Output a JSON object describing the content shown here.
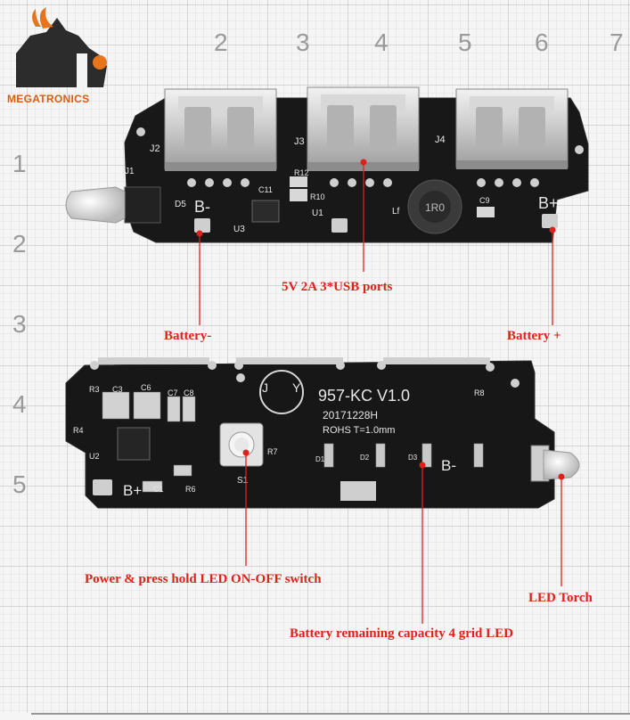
{
  "brand": {
    "name": "MEGATRONICS",
    "accent": "#e8741c"
  },
  "ruler": {
    "top": [
      "2",
      "3",
      "4",
      "5",
      "6",
      "7"
    ],
    "left": [
      "1",
      "2",
      "3",
      "4",
      "5"
    ]
  },
  "annotations": {
    "usb_ports": "5V 2A 3*USB ports",
    "battery_minus": "Battery-",
    "battery_plus": "Battery +",
    "switch": "Power & press hold LED ON-OFF switch",
    "torch": "LED Torch",
    "capacity": "Battery remaining capacity 4 grid LED"
  },
  "top_board": {
    "labels": {
      "j1": "J1",
      "j2": "J2",
      "j3": "J3",
      "j4": "J4",
      "d5": "D5",
      "bminus": "B-",
      "bplus": "B+",
      "c9": "C9",
      "lf": "Lf",
      "u1": "U1",
      "u3": "U3",
      "c11": "C11",
      "r10": "R10",
      "r12": "R12",
      "inductor": "1R0"
    }
  },
  "bottom_board": {
    "labels": {
      "model": "957-KC V1.0",
      "date": "20171228H",
      "rohs": "ROHS T=1.0mm",
      "bplus": "B+",
      "bminus": "B-",
      "s1": "S1",
      "d1": "D1",
      "d2": "D2",
      "d3": "D3",
      "r3": "R3",
      "c3": "C3",
      "c6": "C6",
      "c7": "C7",
      "c8": "C8",
      "r4": "R4",
      "u2": "U2",
      "c1": "C1",
      "r6": "R6",
      "r7": "R7",
      "r8": "R8",
      "j": "J",
      "y": "Y"
    }
  }
}
